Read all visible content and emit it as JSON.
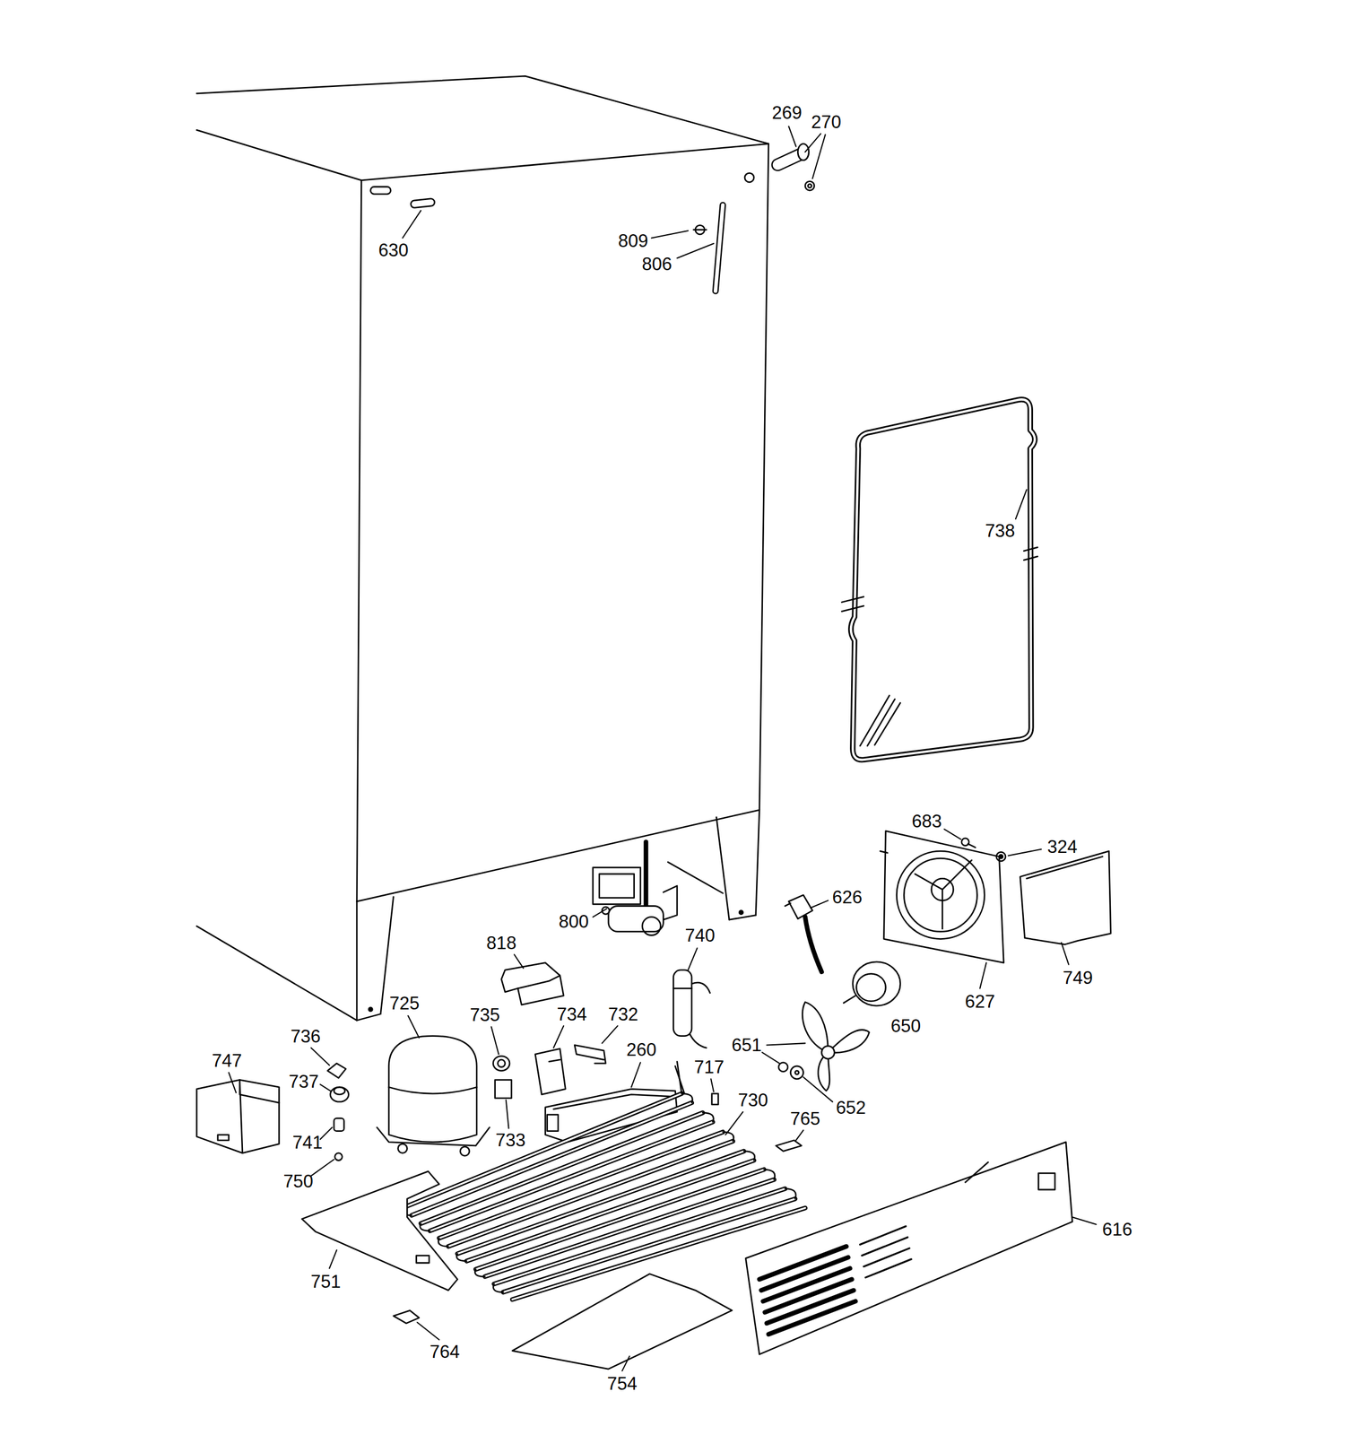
{
  "diagram": {
    "labels": [
      "269",
      "270",
      "630",
      "809",
      "806",
      "738",
      "683",
      "324",
      "626",
      "800",
      "818",
      "740",
      "749",
      "627",
      "725",
      "735",
      "734",
      "732",
      "650",
      "736",
      "651",
      "260",
      "717",
      "747",
      "737",
      "730",
      "652",
      "765",
      "741",
      "733",
      "750",
      "616",
      "751",
      "764",
      "754"
    ]
  }
}
